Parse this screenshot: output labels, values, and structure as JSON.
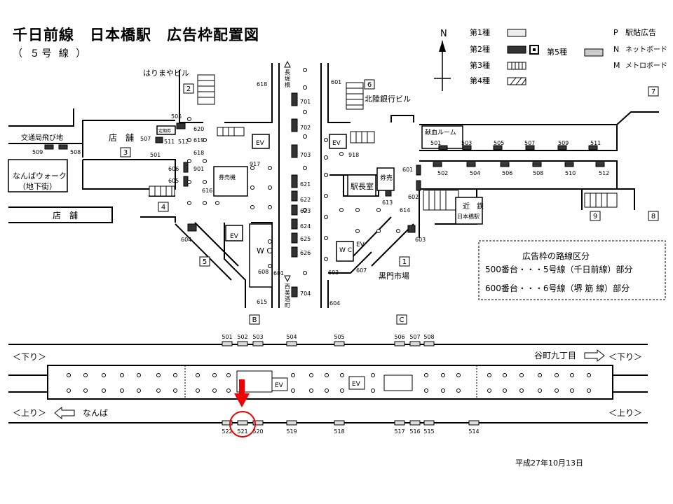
{
  "title": "千日前線　日本橋駅　広告枠配置図",
  "subtitle": "（ ５号 線 ）",
  "date": "平成27年10月13日",
  "legend": {
    "north": "N",
    "type1": "第1種",
    "type2": "第2種",
    "type3": "第3種",
    "type4": "第4種",
    "type5": "第5種",
    "p_label": "P",
    "p_text": "駅貼広告",
    "n_label": "N",
    "n_text": "ネットボード",
    "m_label": "M",
    "m_text": "メトロボード"
  },
  "places": {
    "harimaya": "はりまやビル",
    "hokuriku": "北陸銀行ビル",
    "kotsukyoku": "交通局飛び地",
    "tenpo1": "店　舗",
    "tenpo2": "店　舗",
    "namba_walk": "なんばウォーク",
    "namba_walk_sub": "（地下街）",
    "teikiken": "定期券",
    "kenbaiki": "券売機",
    "ekichoshitsu": "駅長室",
    "kenbai": "券売",
    "kenketsu": "献血ルーム",
    "kintetsu1": "近　鉄",
    "kintetsu2": "日本橋駅",
    "kuromon": "黒門市場",
    "nagahori": "長堀橋",
    "nishiura": "西美酒町",
    "ev": "EV",
    "wc": "W C"
  },
  "exits": [
    "2",
    "3",
    "4",
    "5",
    "1",
    "6",
    "7",
    "8",
    "9",
    "B",
    "C"
  ],
  "upper_numbers": {
    "left": [
      "618",
      "505",
      "507",
      "509",
      "508",
      "501",
      "606",
      "605",
      "604",
      "917",
      "608",
      "601",
      "615",
      "511",
      "512",
      "620",
      "619",
      "618",
      "901",
      "616"
    ],
    "center": [
      "701",
      "702",
      "703",
      "621",
      "622",
      "623",
      "624",
      "625",
      "626",
      "704"
    ],
    "right": [
      "601",
      "918",
      "613",
      "614",
      "602",
      "603",
      "607",
      "603",
      "604",
      "501",
      "503",
      "505",
      "507",
      "509",
      "511",
      "601",
      "502",
      "504",
      "506",
      "508",
      "510",
      "512"
    ]
  },
  "route_box": {
    "heading": "広告枠の路線区分",
    "line1": "500番台・・・5号線（千日前線）部分",
    "line2": "600番台・・・6号線（堺 筋 線）部分"
  },
  "platform": {
    "left_down": "＜下り＞",
    "right_down": "＜下り＞",
    "left_up": "＜上り＞",
    "right_up": "＜上り＞",
    "dest_down": "谷町九丁目",
    "dest_up": "なんば",
    "top_numbers": [
      "501",
      "502",
      "503",
      "504",
      "505",
      "506",
      "507",
      "508"
    ],
    "bottom_numbers": [
      "522",
      "521",
      "520",
      "519",
      "518",
      "517",
      "516",
      "515",
      "514"
    ],
    "highlight": "521",
    "ev": "EV"
  }
}
